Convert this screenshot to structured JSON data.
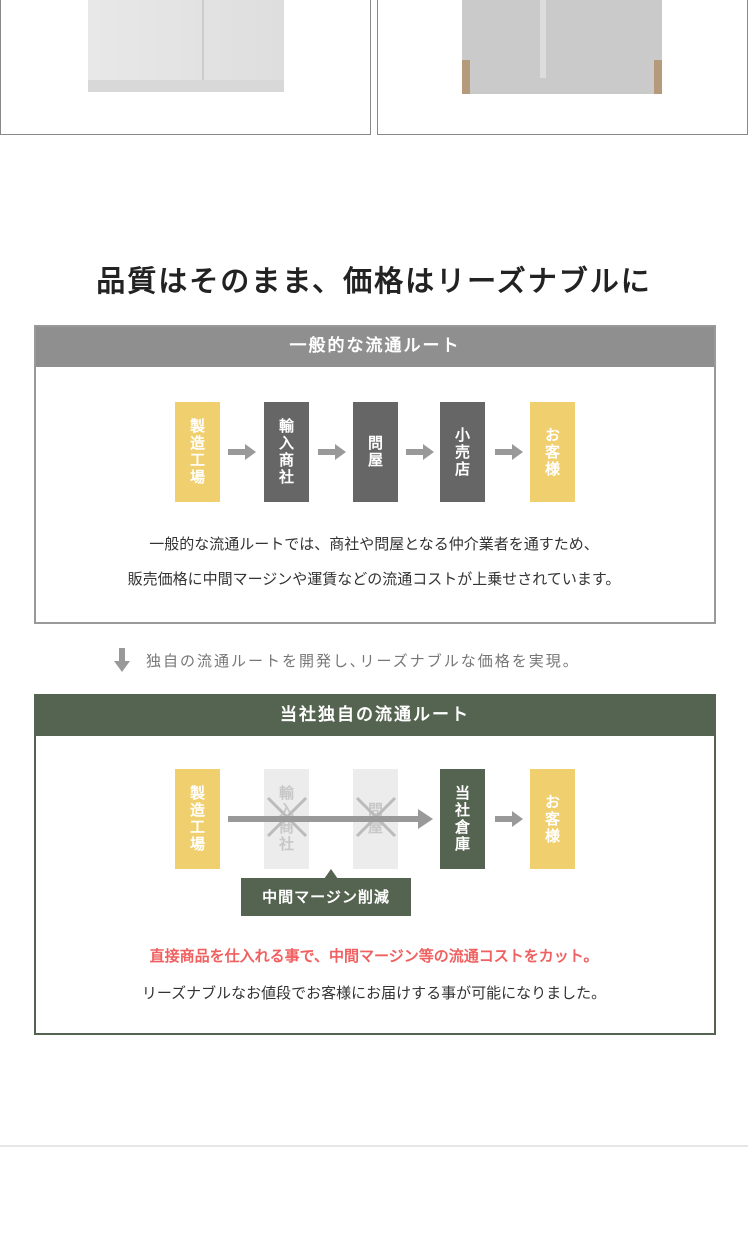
{
  "title": "品質はそのまま、価格はリーズナブルに",
  "general": {
    "header": "一般的な流通ルート",
    "nodes": [
      "製造工場",
      "輸入商社",
      "問屋",
      "小売店",
      "お客様"
    ],
    "desc1": "一般的な流通ルートでは、商社や問屋となる仲介業者を通すため、",
    "desc2": "販売価格に中間マージンや運賃などの流通コストが上乗せされています。"
  },
  "note": "独自の流通ルートを開発し､リーズナブルな価格を実現。",
  "own": {
    "header": "当社独自の流通ルート",
    "nodes": [
      "製造工場",
      "輸入商社",
      "問屋",
      "当社倉庫",
      "お客様"
    ],
    "badge": "中間マージン削減",
    "highlight": "直接商品を仕入れる事で、中間マージン等の流通コストをカット。",
    "desc": "リーズナブルなお値段でお客様にお届けする事が可能になりました。"
  },
  "colors": {
    "yellow": "#f0cf6e",
    "gray": "#666666",
    "green": "#556450",
    "red": "#f06060"
  }
}
